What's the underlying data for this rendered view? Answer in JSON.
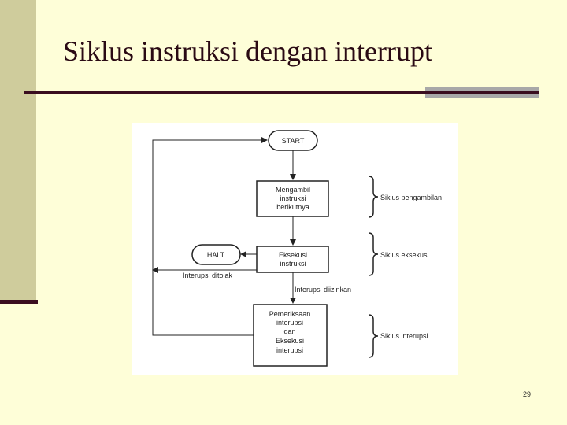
{
  "slide": {
    "title": "Siklus instruksi dengan interrupt",
    "page_number": "29"
  },
  "diagram": {
    "start_label": "START",
    "halt_label": "HALT",
    "fetch_box": [
      "Mengambil",
      "instruksi",
      "berikutnya"
    ],
    "execute_box": [
      "Eksekusi",
      "instruksi"
    ],
    "interrupt_box": [
      "Pemeriksaan",
      "interupsi",
      "dan",
      "Eksekusi",
      "interupsi"
    ],
    "interrupt_disabled_label": "Interupsi ditolak",
    "interrupt_enabled_label": "Interupsi diizinkan",
    "fetch_cycle_label": "Siklus pengambilan",
    "execute_cycle_label": "Siklus eksekusi",
    "interrupt_cycle_label": "Siklus interupsi"
  }
}
